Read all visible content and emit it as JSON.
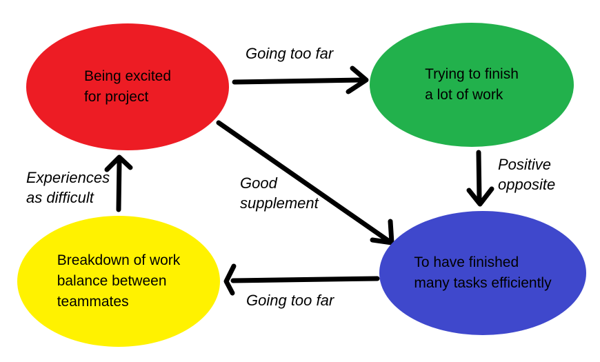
{
  "diagram": {
    "background": "#ffffff",
    "ink_color": "#000000",
    "nodes": [
      {
        "name": "being-excited",
        "label": "Being excited\nfor project",
        "color": "#ED1C24"
      },
      {
        "name": "trying-to-finish",
        "label": "Trying to finish\na lot of work",
        "color": "#22B14C"
      },
      {
        "name": "finished-tasks",
        "label": "To have finished\nmany tasks efficiently",
        "color": "#3F48CC"
      },
      {
        "name": "work-balance-breakdown",
        "label": "Breakdown of work\nbalance between\nteammates",
        "color": "#FFF200"
      }
    ],
    "edges": [
      {
        "name": "excited-to-trying",
        "label": "Going too far",
        "direction": "right"
      },
      {
        "name": "trying-to-finished",
        "label": "Positive\nopposite",
        "direction": "down"
      },
      {
        "name": "excited-to-finished",
        "label": "Good\nsupplement",
        "direction": "down-right"
      },
      {
        "name": "finished-to-breakdown",
        "label": "Going too far",
        "direction": "left"
      },
      {
        "name": "breakdown-to-excited",
        "label": "Experiences\nas difficult",
        "direction": "up"
      }
    ]
  }
}
